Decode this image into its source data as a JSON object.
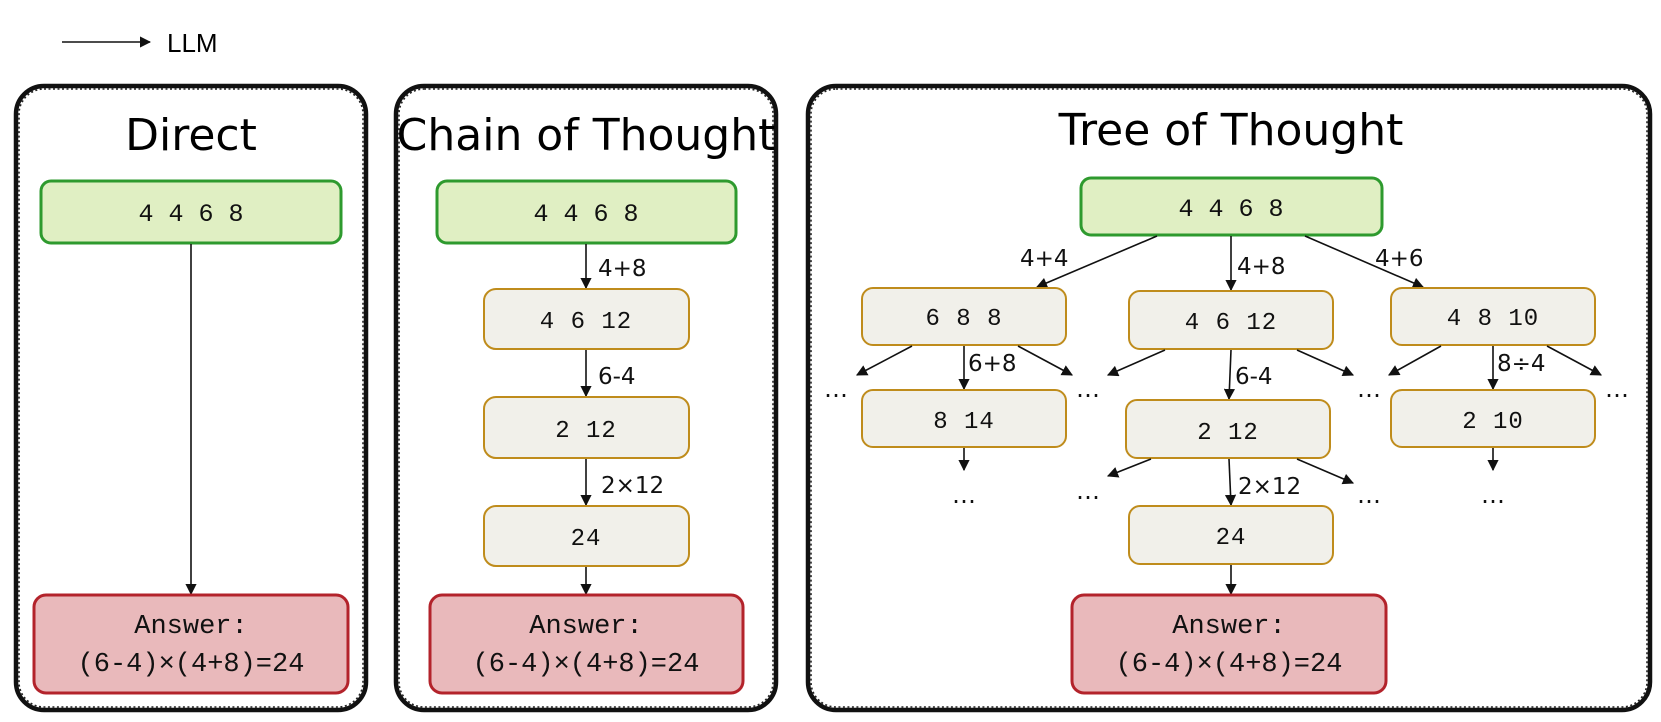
{
  "legend": {
    "label": "LLM"
  },
  "panels": {
    "direct": {
      "title": "Direct",
      "input": "4 4 6 8",
      "answer_line1": "Answer:",
      "answer_line2": "(6-4)×(4+8)=24"
    },
    "cot": {
      "title": "Chain of Thought",
      "input": "4 4 6 8",
      "steps": [
        {
          "op": "4+8",
          "state": "4 6 12"
        },
        {
          "op": "6-4",
          "state": "2 12"
        },
        {
          "op": "2×12",
          "state": "24"
        }
      ],
      "answer_line1": "Answer:",
      "answer_line2": "(6-4)×(4+8)=24"
    },
    "tot": {
      "title": "Tree of Thought",
      "input": "4 4 6 8",
      "left": {
        "op": "4+4",
        "state": "6 8 8",
        "child_op": "6+8",
        "child_state": "8 14"
      },
      "middle": {
        "op": "4+8",
        "state": "4 6 12",
        "child_op": "6-4",
        "child_state": "2 12",
        "grandchild_op": "2×12",
        "grandchild_state": "24"
      },
      "right": {
        "op": "4+6",
        "state": "4 8 10",
        "child_op": "8÷4",
        "child_state": "2 10"
      },
      "ellipsis": "…",
      "answer_line1": "Answer:",
      "answer_line2": "(6-4)×(4+8)=24"
    }
  },
  "colors": {
    "input_fill": "#e0efc3",
    "input_border": "#2e9a2e",
    "state_fill": "#f1f0ea",
    "state_border": "#bf8c1c",
    "answer_fill": "#e9b9bb",
    "answer_border": "#b3232b"
  }
}
